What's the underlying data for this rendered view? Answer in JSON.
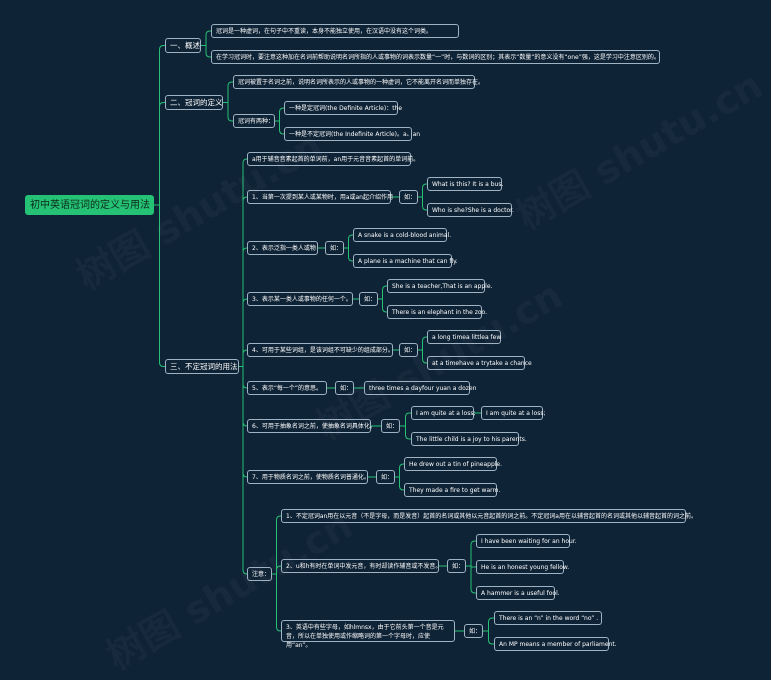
{
  "root": "初中英语冠词的定义与用法",
  "s1": {
    "title": "一、概述",
    "items": [
      "冠词是一种虚词，在句子中不重读，本身不能独立使用，在汉语中没有这个词类。",
      "在学习冠词时，要注意这种加在名词前帮助说明名词所指的人或事物的词表示数量“一”时，与数词的区别；其表示“数量”的意义没有“one”强，这是学习中注意区别的。"
    ]
  },
  "s2": {
    "title": "二、冠词的定义",
    "def": "冠词被置于名词之前，说明名词所表示的人或事物的一种虚词，它不能离开名词而单独存在。",
    "two": "冠词有两种：",
    "kinds": [
      "一种是定冠词(the Definite Article)：the",
      "一种是不定冠词(the Indefinite Article)。a、an"
    ]
  },
  "s3": {
    "title": "三、不定冠词的用法",
    "rule": "a用于辅音音素起首的单词前，an用于元音音素起首的单词前。",
    "ru": "如：",
    "points": [
      {
        "t": "1、当第一次提到某人或某物时，用a或an起介绍作用",
        "ex": [
          "What is this? It is a bus.",
          "Who is she?She is a doctor."
        ]
      },
      {
        "t": "2、表示泛指一类人或物",
        "ex": [
          "A snake is a cold-blood animal.",
          "A plane is a machine that can fly."
        ]
      },
      {
        "t": "3、表示某一类人或事物的任何一个。",
        "ex": [
          "She is a teacher,That is an apple.",
          "There is an elephant in the zoo."
        ]
      },
      {
        "t": "4、可用于某些词组，是该词组不可缺少的组成部分。",
        "ex": [
          "a long timea littlea few",
          "at a timehave a trytake a chance"
        ]
      },
      {
        "t": "5、表示“每一个”的意思。",
        "ex": [
          "three times a dayfour yuan a dozen"
        ]
      },
      {
        "t": "6、可用于抽象名词之前，使抽象名词具体化。",
        "ex": [
          "I am quite at a loss;",
          "The little child is a joy to his parents."
        ],
        "ex_extra": "I am quite at a loss;"
      },
      {
        "t": "7、用于物质名词之前，使物质名词普通化。",
        "ex": [
          "He drew out a tin of pineapple.",
          "They made a fire to get warm."
        ]
      }
    ],
    "note": {
      "label": "注意：",
      "items": [
        {
          "t": "1、不定冠词an用在以元音（不是字母，而是发音）起首的名词或其他以元音起首的词之前。不定冠词a用在以辅音起首的名词或其他以辅音起首的词之前。"
        },
        {
          "t": "2、u和h有时在单词中发元音，有时却读作辅音或不发音。",
          "ex": [
            "I have been waiting for an hour.",
            "He is an honest young fellow.",
            "A hammer is a useful fool."
          ]
        },
        {
          "t": "3、英语中有些字母，如hlmnsx，由于它前头第一个音是元音，所以在单独使用或作缩略词的第一个字母时，应使用“an”。",
          "ex": [
            "There is an  “n”  in the word  “no”  .",
            "An MP means a member of parliament."
          ]
        }
      ]
    }
  },
  "watermark": "树图 shutu.cn"
}
